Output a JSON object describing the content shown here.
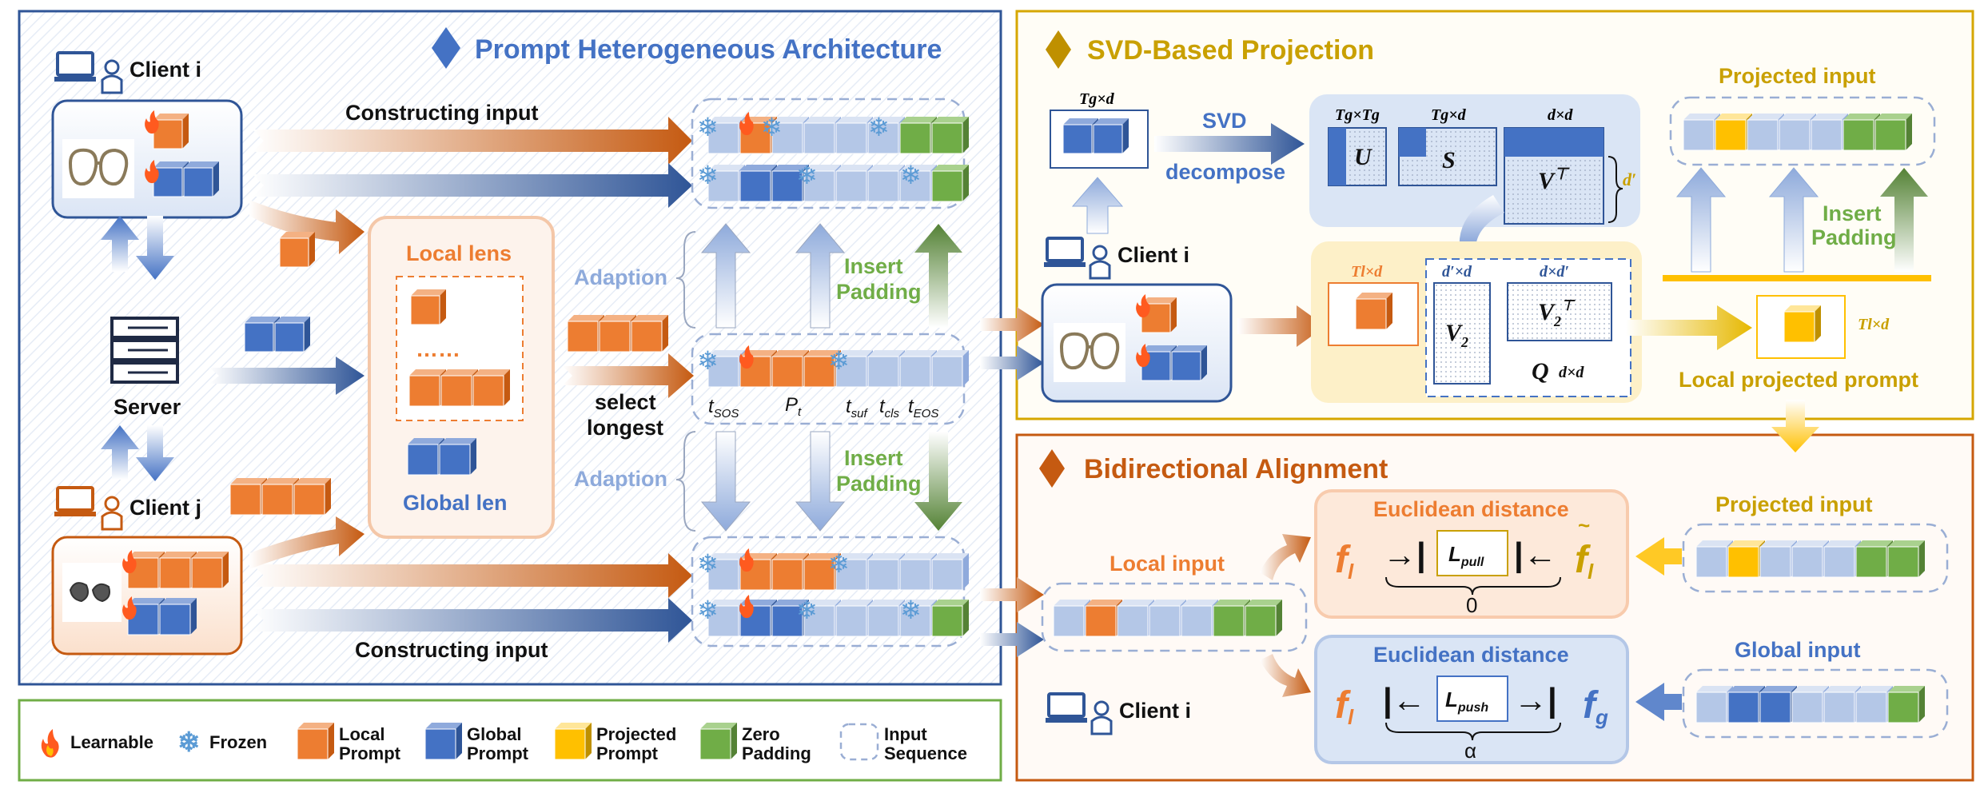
{
  "colors": {
    "local": "#ed7d31",
    "global": "#4472c4",
    "projected": "#ffc000",
    "padding": "#70ad47",
    "input": "#b4c7e7",
    "frame_blue": "#2f5597",
    "frame_orange": "#c55a11",
    "frame_gold": "#d6a700",
    "frame_green": "#70ad47"
  },
  "panels": {
    "pha": {
      "title": "Prompt Heterogeneous Architecture"
    },
    "svd": {
      "title": "SVD-Based Projection"
    },
    "ba": {
      "title": "Bidirectional Alignment"
    }
  },
  "pha": {
    "client_i": "Client i",
    "client_j": "Client j",
    "server": "Server",
    "constructing_top": "Constructing input",
    "constructing_bottom": "Constructing input",
    "local_lens": "Local lens",
    "dots": "……",
    "global_len": "Global len",
    "adaption_top": "Adaption",
    "adaption_bottom": "Adaption",
    "insert_top": "Insert",
    "padding_top": "Padding",
    "insert_bottom": "Insert",
    "padding_bottom": "Padding",
    "select": "select",
    "longest": "longest",
    "token_labels": {
      "sos": "t",
      "sos_sub": "SOS",
      "pt": "P",
      "pt_sub": "t",
      "suf": "t",
      "suf_sub": "suf",
      "cls": "t",
      "cls_sub": "cls",
      "eos": "t",
      "eos_sub": "EOS"
    }
  },
  "svd": {
    "tg_d": "Tg×d",
    "svd": "SVD",
    "decompose": "decompose",
    "u_dim": "Tg×Tg",
    "s_dim": "Tg×d",
    "v_dim": "d×d",
    "u": "U",
    "s": "S",
    "vt": "V",
    "vt_sup": "⊤",
    "dprime": "d′",
    "client_i": "Client i",
    "tl_d": "Tl×d",
    "v2_dim": "d′×d",
    "v2t_dim": "d×d′",
    "v2": "V",
    "v2_sub": "2",
    "v2t": "V",
    "v2t_sub": "2",
    "v2t_sup": "⊤",
    "q": "Q",
    "q_dim": "d×d",
    "projected_input": "Projected input",
    "insert": "Insert",
    "padding": "Padding",
    "tl_d_out": "Tl×d",
    "local_projected_prompt": "Local projected prompt"
  },
  "ba": {
    "local_input": "Local input",
    "euclid_top": "Euclidean distance",
    "euclid_bottom": "Euclidean distance",
    "f": "f",
    "f_l": "l",
    "f_g": "g",
    "lpull": "L",
    "lpull_sub": "pull",
    "lpush": "L",
    "lpush_sub": "push",
    "zero": "0",
    "alpha": "α",
    "projected_input": "Projected input",
    "global_input": "Global input",
    "client_i": "Client i"
  },
  "legend": {
    "learnable": "Learnable",
    "frozen": "Frozen",
    "local_1": "Local",
    "local_2": "Prompt",
    "global_1": "Global",
    "global_2": "Prompt",
    "proj_1": "Projected",
    "proj_2": "Prompt",
    "zero_1": "Zero",
    "zero_2": "Padding",
    "seq_1": "Input",
    "seq_2": "Sequence"
  },
  "icons": [
    "laptop-icon",
    "user-icon",
    "flame-icon",
    "snowflake-icon",
    "server-icon",
    "glasses-icon",
    "diamond-icon"
  ]
}
